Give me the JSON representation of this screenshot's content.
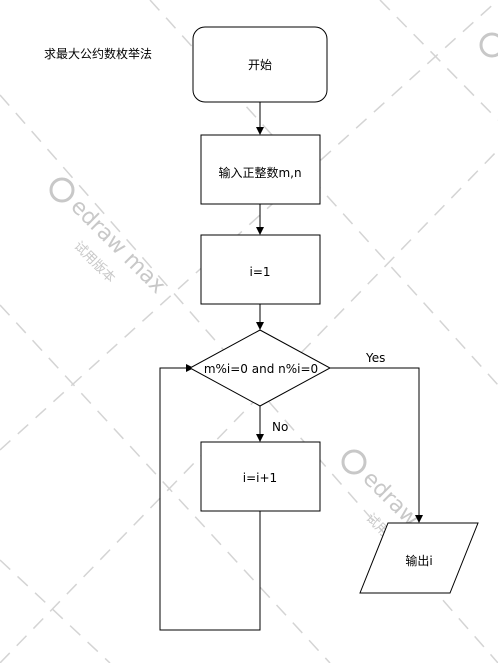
{
  "title": "求最大公约数枚举法",
  "nodes": {
    "start": "开始",
    "input": "输入正整数m,n",
    "init": "i=1",
    "condition": "m%i=0 and n%i=0",
    "increment": "i=i+1",
    "output": "输出i"
  },
  "edges": {
    "yes": "Yes",
    "no": "No"
  },
  "watermark": {
    "brand": "edraw max",
    "sub": "试用版本"
  },
  "colors": {
    "stroke": "#000000",
    "fill": "#ffffff",
    "watermark": "#c8c8c8"
  }
}
